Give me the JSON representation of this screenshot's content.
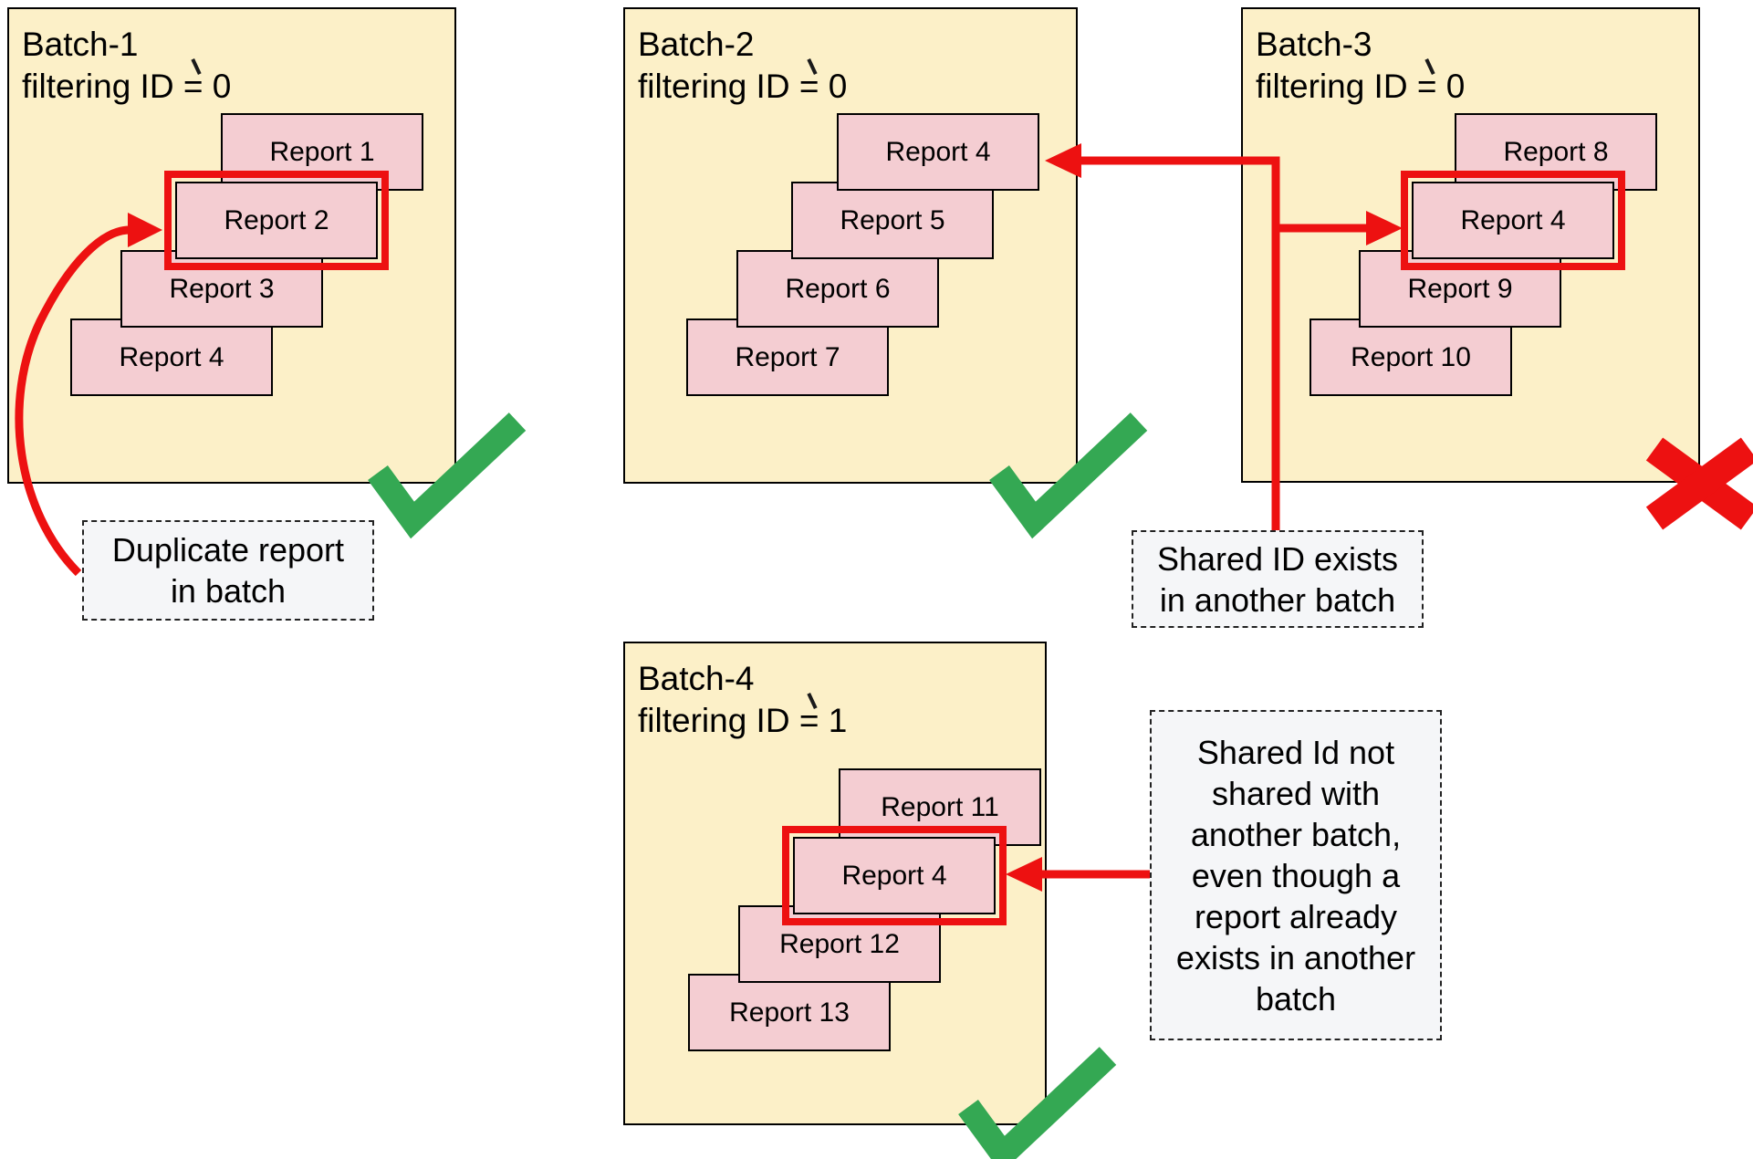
{
  "diagram": {
    "colors": {
      "batch_fill": "#FCF0C8",
      "batch_border": "#000000",
      "report_fill": "#F4CDD2",
      "report_border": "#000000",
      "highlight_red": "#ED1111",
      "check_green": "#34A853",
      "note_fill": "#F5F6F8",
      "text": "#000000"
    },
    "batches": [
      {
        "title": "Batch-1\nfiltering ID = 0",
        "filtering_id": "0",
        "status": "accepted",
        "reports": [
          {
            "label": "Report 1",
            "highlighted": false
          },
          {
            "label": "Report 2",
            "highlighted": true
          },
          {
            "label": "Report 3",
            "highlighted": false
          },
          {
            "label": "Report 4",
            "highlighted": false
          }
        ]
      },
      {
        "title": "Batch-2\nfiltering ID = 0",
        "filtering_id": "0",
        "status": "accepted",
        "reports": [
          {
            "label": "Report 4",
            "highlighted": false
          },
          {
            "label": "Report 5",
            "highlighted": false
          },
          {
            "label": "Report 6",
            "highlighted": false
          },
          {
            "label": "Report 7",
            "highlighted": false
          }
        ]
      },
      {
        "title": "Batch-3\nfiltering ID = 0",
        "filtering_id": "0",
        "status": "rejected",
        "reports": [
          {
            "label": "Report 8",
            "highlighted": false
          },
          {
            "label": "Report 4",
            "highlighted": true
          },
          {
            "label": "Report 9",
            "highlighted": false
          },
          {
            "label": "Report 10",
            "highlighted": false
          }
        ]
      },
      {
        "title": "Batch-4\nfiltering ID = 1",
        "filtering_id": "1",
        "status": "accepted",
        "reports": [
          {
            "label": "Report 11",
            "highlighted": false
          },
          {
            "label": "Report 4",
            "highlighted": true
          },
          {
            "label": "Report 12",
            "highlighted": false
          },
          {
            "label": "Report 13",
            "highlighted": false
          }
        ]
      }
    ],
    "annotations": [
      {
        "text": "Duplicate report\nin batch"
      },
      {
        "text": "Shared ID exists\nin another batch"
      },
      {
        "text": "Shared Id not\nshared with\nanother batch,\neven though a\nreport already\nexists in another\nbatch"
      }
    ]
  }
}
